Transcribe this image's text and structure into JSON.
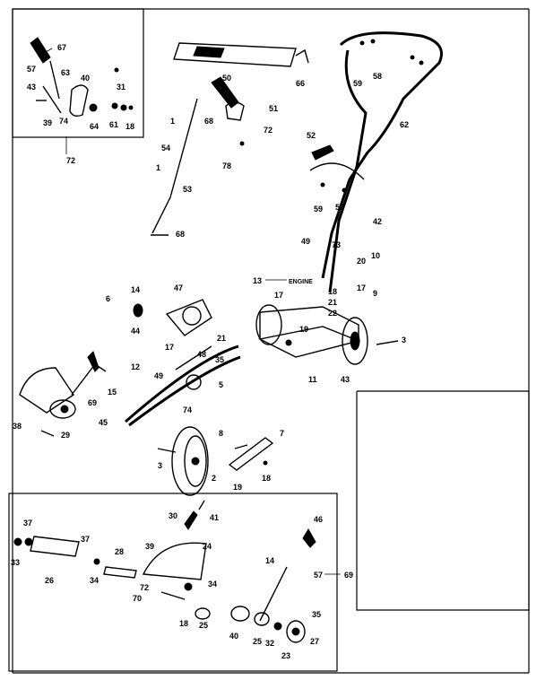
{
  "labels": {
    "inset_top": [
      "67",
      "57",
      "63",
      "40",
      "43",
      "39",
      "74",
      "64",
      "31",
      "61",
      "18",
      "72"
    ],
    "main": [
      "50",
      "66",
      "51",
      "68",
      "72",
      "1",
      "54",
      "78",
      "53",
      "1",
      "68",
      "52",
      "59",
      "58",
      "62",
      "59",
      "58",
      "42",
      "49",
      "73",
      "20",
      "10",
      "17",
      "9",
      "13",
      "ENGINE",
      "17",
      "18",
      "21",
      "22",
      "19",
      "14",
      "6",
      "47",
      "44",
      "21",
      "12",
      "17",
      "49",
      "48",
      "35",
      "5",
      "15",
      "69",
      "74",
      "45",
      "8",
      "7",
      "38",
      "29",
      "3",
      "2",
      "19",
      "18",
      "11",
      "43",
      "3"
    ],
    "inset_bottom": [
      "37",
      "33",
      "26",
      "37",
      "34",
      "28",
      "30",
      "41",
      "24",
      "39",
      "34",
      "72",
      "70",
      "18",
      "25",
      "46",
      "14",
      "57",
      "69",
      "35",
      "27",
      "40",
      "25",
      "32",
      "23"
    ]
  }
}
